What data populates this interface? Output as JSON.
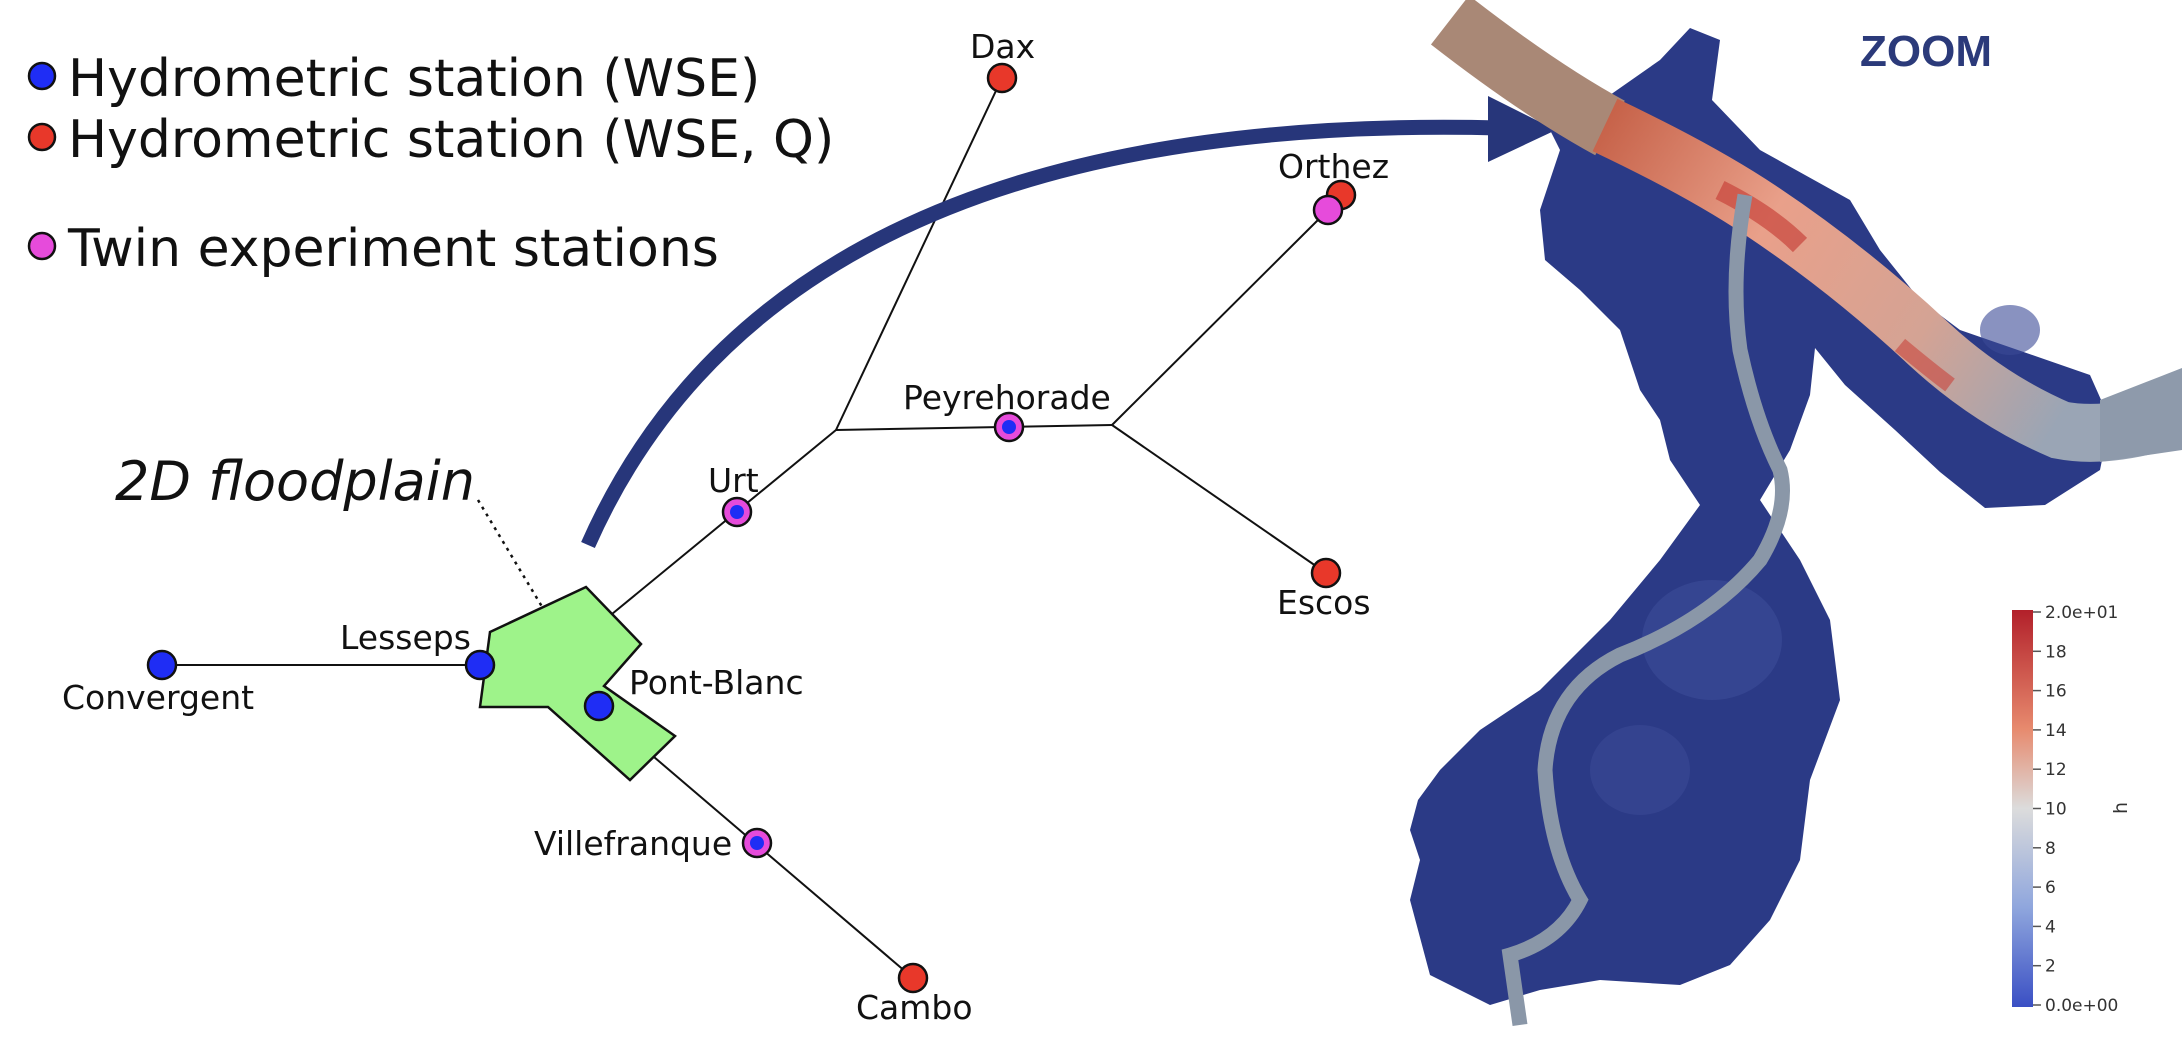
{
  "legend": {
    "items": [
      {
        "label": "Hydrometric station (WSE)",
        "color": "#1f2df5"
      },
      {
        "label": "Hydrometric station (WSE, Q)",
        "color": "#e8382a"
      },
      {
        "label": "Twin experiment stations",
        "color": "#e64bdb"
      }
    ]
  },
  "floodplain_label": "2D floodplain",
  "floodplain_color": "#9ef38a",
  "zoom_label": "ZOOM",
  "arrow_color": "#27367a",
  "stations": {
    "dax": "Dax",
    "orthez": "Orthez",
    "peyrehorade": "Peyrehorade",
    "urt": "Urt",
    "escos": "Escos",
    "lesseps": "Lesseps",
    "convergent": "Convergent",
    "pont_blanc": "Pont-Blanc",
    "villefranque": "Villefranque",
    "cambo": "Cambo"
  },
  "colorbar": {
    "title": "h",
    "ticks": [
      "2.0e+01",
      "18",
      "16",
      "14",
      "12",
      "10",
      "8",
      "6",
      "4",
      "2",
      "0.0e+00"
    ],
    "min_color": "#3a4fc4",
    "mid_color": "#dddddd",
    "max_color": "#b2202a"
  },
  "map_colors": {
    "domain": "#2b3a86",
    "channel": "#8a97a8",
    "upstream": "#a98876"
  }
}
